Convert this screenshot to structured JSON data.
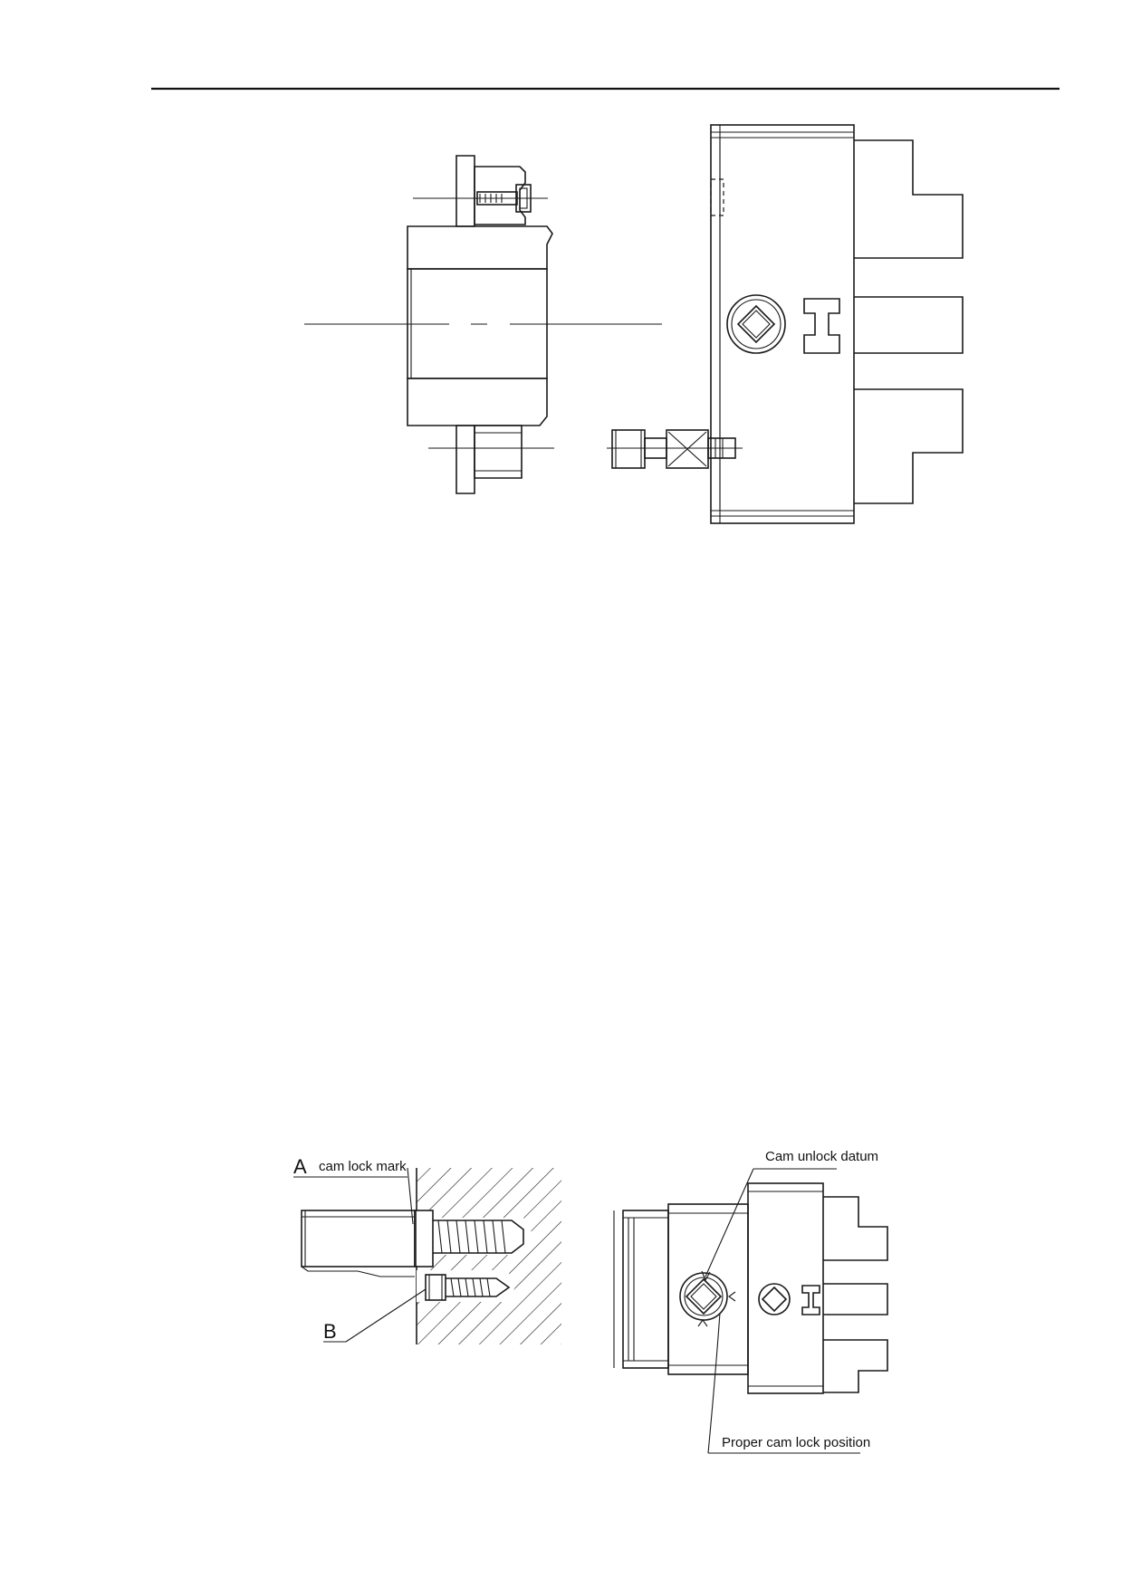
{
  "figures": {
    "top_left": {
      "name": "chuck-backplate-section"
    },
    "top_right": {
      "name": "chuck-side-view"
    },
    "bottom_left": {
      "name": "cam-lock-detail",
      "label_a": "A",
      "label_b": "B",
      "cam_lock_mark": "cam lock mark"
    },
    "bottom_right": {
      "name": "cam-position-detail",
      "cam_unlock_datum": "Cam unlock datum",
      "proper_cam_lock_position": "Proper cam lock position"
    }
  }
}
